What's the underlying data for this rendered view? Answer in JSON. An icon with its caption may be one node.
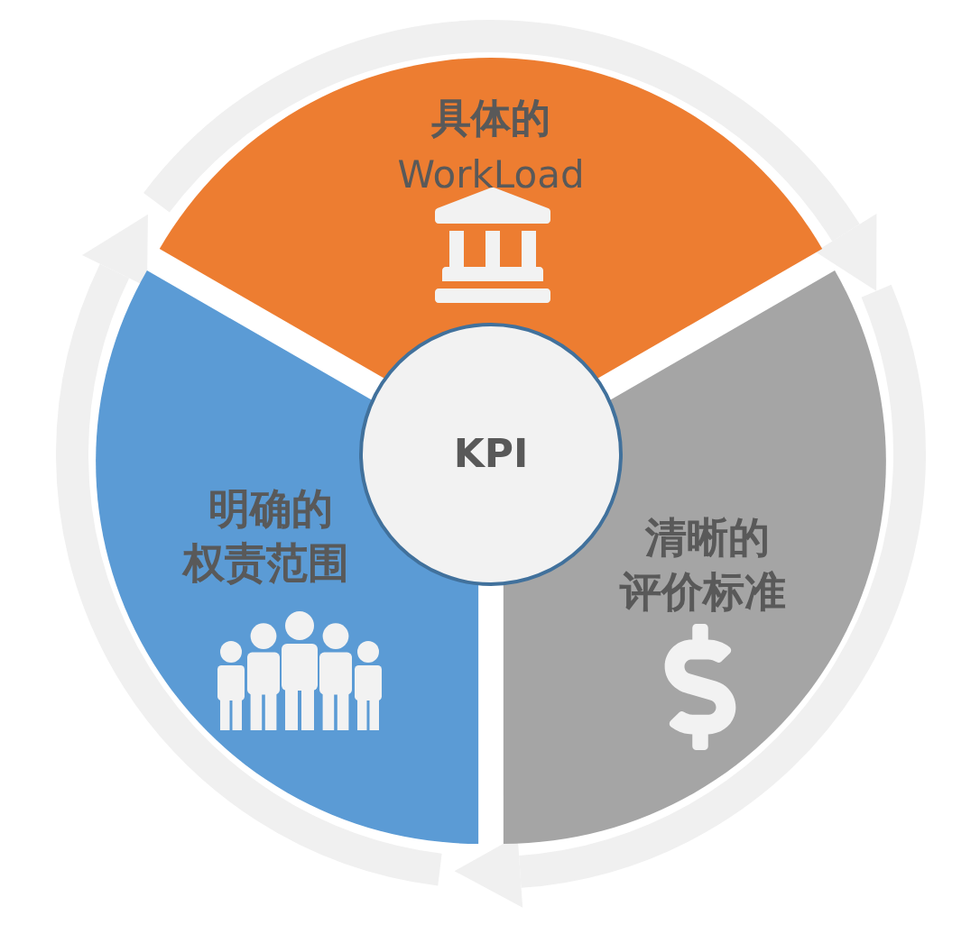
{
  "diagram": {
    "nodes": [
      {
        "text": [
          "具体的",
          "WorkLoad"
        ]
      },
      {
        "text": [
          "明确的权责范围"
        ]
      },
      {
        "text": [
          "清晰的评价标准"
        ]
      },
      {
        "text": [
          "KPI"
        ]
      }
    ]
  }
}
